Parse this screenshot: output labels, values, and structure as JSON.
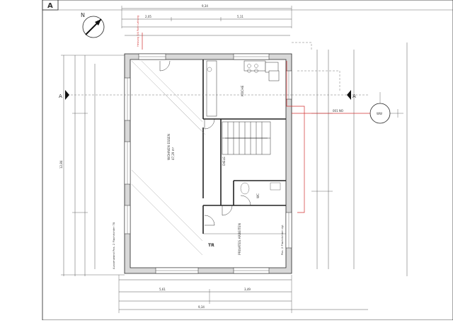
{
  "sheet": {
    "corner_letter": "A",
    "north_label": "N"
  },
  "rooms": {
    "living": {
      "name": "WOHNEN ESSEN",
      "area": "47,29 m²"
    },
    "kitchen": {
      "name": "KÜCHE"
    },
    "office": {
      "name": "PRIVATES ARBEITEN"
    },
    "hall": {
      "name": "DIELE"
    },
    "wc": {
      "name": "WC"
    },
    "tr": {
      "name": "TR"
    }
  },
  "labels": {
    "section_left": "A",
    "section_right": "A",
    "heat_pump": "WW",
    "east_window": "Pos. 2 Flachrichter dgl.",
    "southwest_window": "Aussenwand Pos. 2 Flachrichter 7ß",
    "red_note": "Heizung 3/4 Rohr Leitung",
    "no_label": "001 NO"
  },
  "dims": {
    "overall": "9,34",
    "top_a": "2,05",
    "top_b": "5,11",
    "bottom_a": "5,61",
    "bottom_b": "3,49",
    "left": "12,84"
  }
}
